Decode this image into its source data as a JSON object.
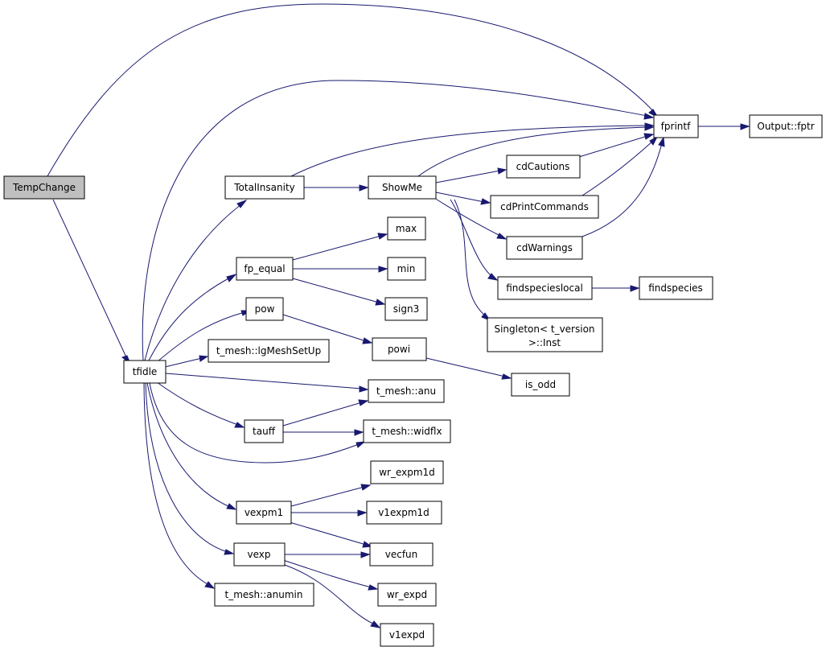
{
  "diagram": {
    "edge_color": "#191970",
    "root_fill": "#bfbfbf",
    "nodes": {
      "tempchange": "TempChange",
      "tfidle": "tfidle",
      "fprintf": "fprintf",
      "output_fptr": "Output::fptr",
      "totalinsanity": "TotalInsanity",
      "showme": "ShowMe",
      "cdcautions": "cdCautions",
      "cdprintcommands": "cdPrintCommands",
      "cdwarnings": "cdWarnings",
      "findspecieslocal": "findspecieslocal",
      "findspecies": "findspecies",
      "singleton_line1": "Singleton< t_version",
      "singleton_line2": ">::Inst",
      "fp_equal": "fp_equal",
      "max": "max",
      "min": "min",
      "sign3": "sign3",
      "pow": "pow",
      "powi": "powi",
      "is_odd": "is_odd",
      "lgmeshsetup": "t_mesh::lgMeshSetUp",
      "anu": "t_mesh::anu",
      "tauff": "tauff",
      "widflx": "t_mesh::widflx",
      "vexpm1": "vexpm1",
      "wr_expm1d": "wr_expm1d",
      "v1expm1d": "v1expm1d",
      "vecfun": "vecfun",
      "vexp": "vexp",
      "wr_expd": "wr_expd",
      "v1expd": "v1expd",
      "anumin": "t_mesh::anumin"
    }
  }
}
